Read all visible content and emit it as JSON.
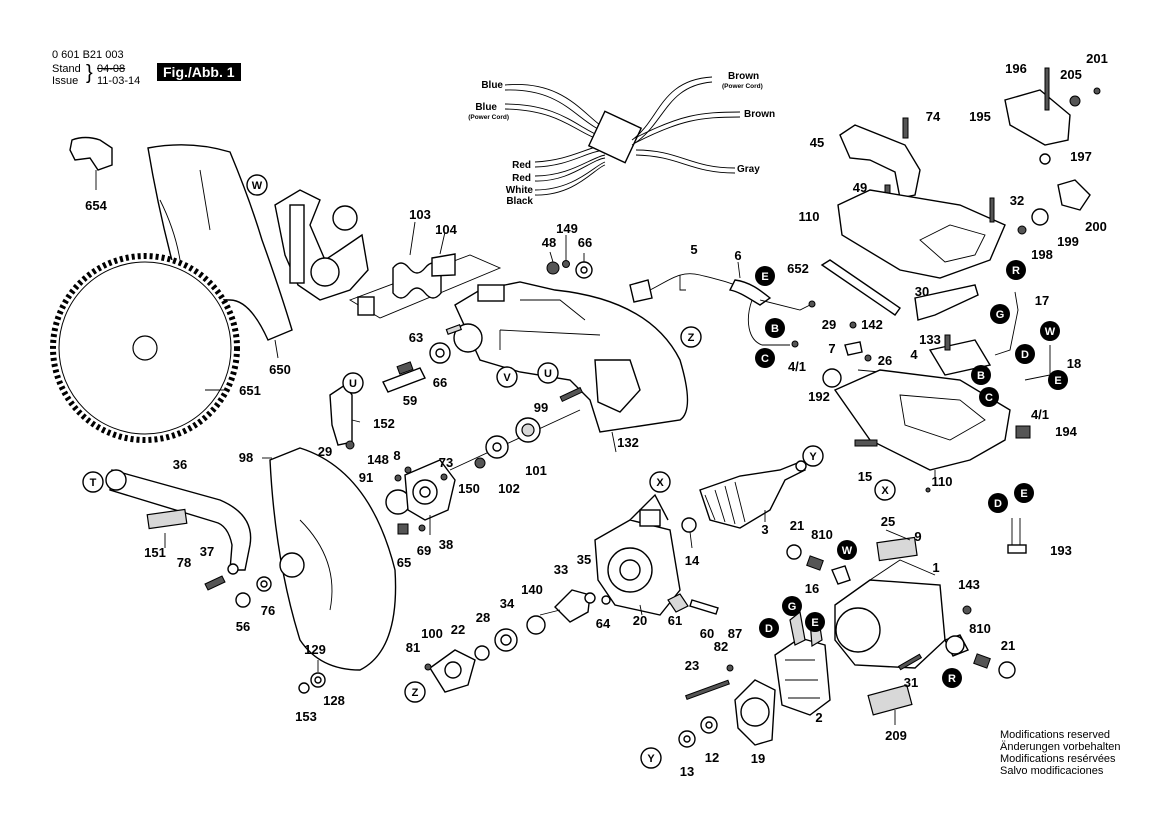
{
  "header": {
    "part_number": "0 601 B21 003",
    "stand_label": "Stand",
    "issue_label": "Issue",
    "stand_value": "04-08",
    "issue_value": "11-03-14",
    "figure": "Fig./Abb. 1"
  },
  "modifications": [
    "Modifications reserved",
    "Änderungen vorbehalten",
    "Modifications resérvées",
    "Salvo modificaciones"
  ],
  "wiring": {
    "blue": "Blue",
    "blue_cord": "Blue",
    "power_cord": "(Power Cord)",
    "brown_cord": "Brown",
    "brown": "Brown",
    "gray": "Gray",
    "red1": "Red",
    "red2": "Red",
    "white": "White",
    "black": "Black"
  },
  "connector_letters": {
    "W": "W",
    "U": "U",
    "V": "V",
    "Z": "Z",
    "T": "T",
    "X": "X",
    "Y": "Y",
    "E": "E",
    "B": "B",
    "C": "C",
    "R": "R",
    "G": "G",
    "D": "D"
  },
  "part_labels": {
    "p654": "654",
    "p650": "650",
    "p651": "651",
    "p103": "103",
    "p104": "104",
    "p48": "48",
    "p149": "149",
    "p66a": "66",
    "p63": "63",
    "p66b": "66",
    "p59": "59",
    "p152": "152",
    "p29a": "29",
    "p132": "132",
    "p99": "99",
    "p101": "101",
    "p5": "5",
    "p6": "6",
    "p98": "98",
    "p91": "91",
    "p148": "148",
    "p8": "8",
    "p73": "73",
    "p150": "150",
    "p102": "102",
    "p36": "36",
    "p151": "151",
    "p37": "37",
    "p78": "78",
    "p76": "76",
    "p56": "56",
    "p65": "65",
    "p69": "69",
    "p38": "38",
    "p129": "129",
    "p128": "128",
    "p153": "153",
    "p81": "81",
    "p100": "100",
    "p22": "22",
    "p28": "28",
    "p34": "34",
    "p140": "140",
    "p33": "33",
    "p35": "35",
    "p64": "64",
    "p20": "20",
    "p61": "61",
    "p60": "60",
    "p14": "14",
    "p3": "3",
    "p21a": "21",
    "p810a": "810",
    "p25": "25",
    "p9": "9",
    "p16": "16",
    "p1": "1",
    "p143": "143",
    "p810b": "810",
    "p21b": "21",
    "p31": "31",
    "p82": "82",
    "p87": "87",
    "p23": "23",
    "p2": "2",
    "p209": "209",
    "p13": "13",
    "p12": "12",
    "p19": "19",
    "p196": "196",
    "p201": "201",
    "p205": "205",
    "p74": "74",
    "p195": "195",
    "p45": "45",
    "p197": "197",
    "p49": "49",
    "p32": "32",
    "p110a": "110",
    "p200": "200",
    "p199": "199",
    "p198": "198",
    "p652": "652",
    "p30": "30",
    "p17": "17",
    "p29b": "29",
    "p142": "142",
    "p133": "133",
    "p7": "7",
    "p26": "26",
    "p4": "4",
    "p18": "18",
    "p41a": "4/1",
    "p192": "192",
    "p41b": "4/1",
    "p194": "194",
    "p15": "15",
    "p110b": "110",
    "p193": "193"
  }
}
